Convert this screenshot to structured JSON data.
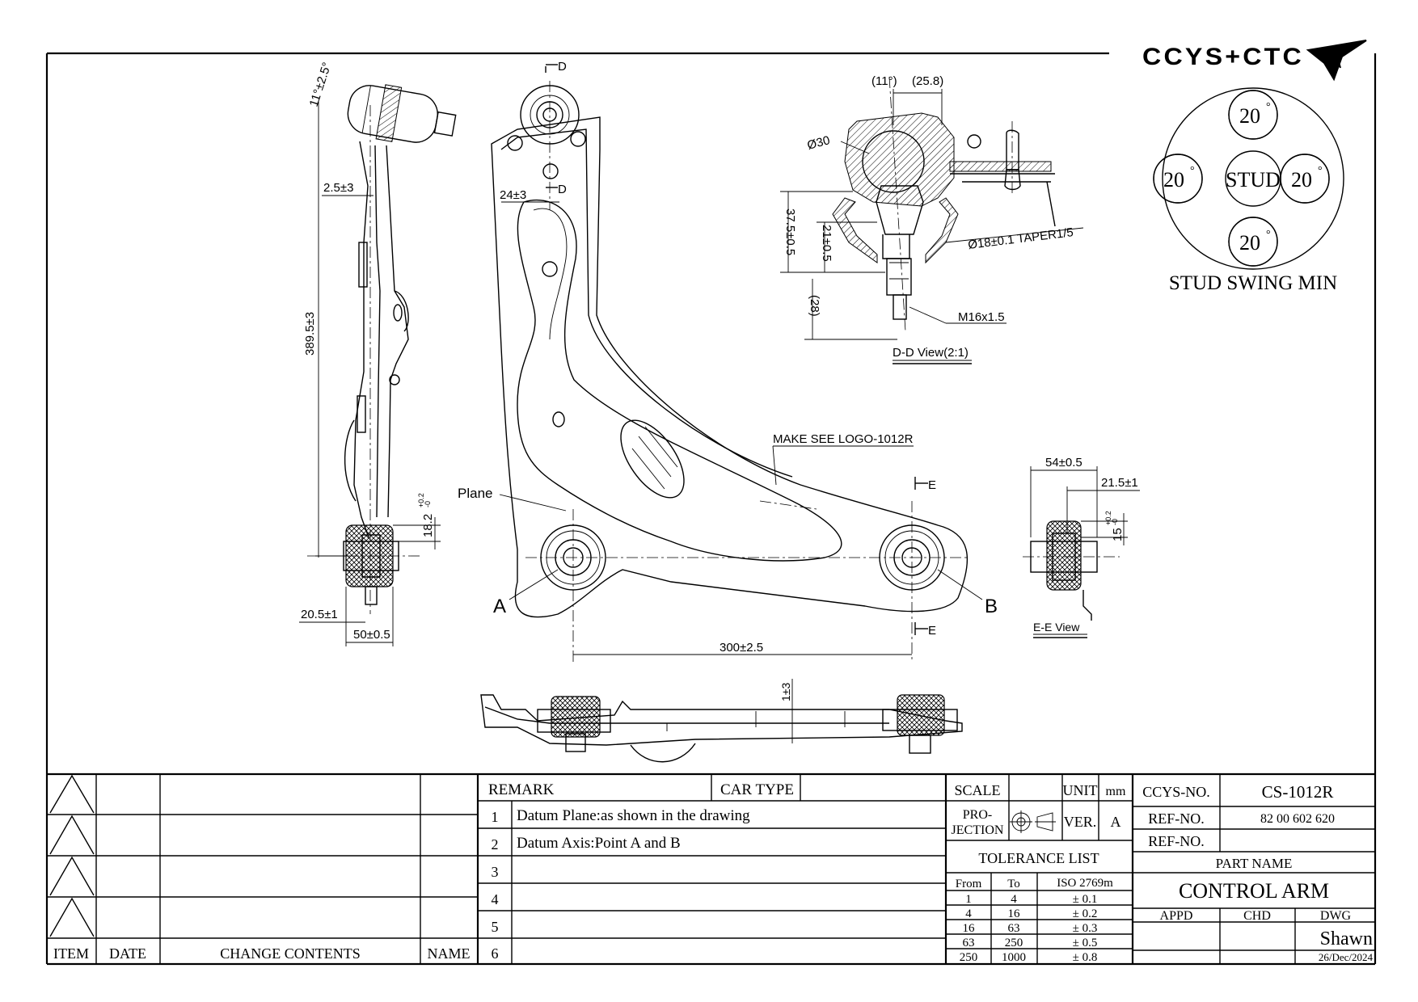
{
  "brand": {
    "logo_text": "CCYS+CTC"
  },
  "stud_swing": {
    "center": "STUD",
    "top": "20",
    "left": "20",
    "right": "20",
    "bottom": "20",
    "deg": "°",
    "caption": "STUD SWING MIN"
  },
  "section_dd": {
    "angle": "(11°)",
    "width": "(25.8)",
    "dia": "Ø30",
    "h_total": "37.5±0.5",
    "h_mid": "21±0.5",
    "h_thread": "(28)",
    "taper": "Ø18±0.1 TAPER1/5",
    "thread": "M16x1.5",
    "title": "D-D View(2:1)"
  },
  "side_view": {
    "angle": "11°±2.5°",
    "offset": "2.5±3",
    "length": "389.5±3",
    "bush_h": "18.2",
    "bush_tol_up": "+0.2",
    "bush_tol_dn": "-0",
    "bottom_off": "20.5±1",
    "bottom_w": "50±0.5"
  },
  "plan_view": {
    "section_d": "D",
    "section_e": "E",
    "offset_24": "24±3",
    "note": "MAKE SEE LOGO-1012R",
    "plane": "Plane",
    "point_a": "A",
    "point_b": "B",
    "length": "300±2.5"
  },
  "section_ee": {
    "width": "54±0.5",
    "off": "21.5±1",
    "h": "15",
    "tol_up": "+0.2",
    "tol_dn": "-0",
    "title": "E-E View"
  },
  "front_view": {
    "dim": "1±3"
  },
  "title_block": {
    "revision_headers": {
      "item": "ITEM",
      "date": "DATE",
      "change": "CHANGE CONTENTS",
      "name": "NAME"
    },
    "remark_label": "REMARK",
    "car_type_label": "CAR TYPE",
    "remarks": [
      {
        "no": "1",
        "text": "Datum Plane:as shown in the drawing"
      },
      {
        "no": "2",
        "text": "Datum Axis:Point A and B"
      },
      {
        "no": "3",
        "text": ""
      },
      {
        "no": "4",
        "text": ""
      },
      {
        "no": "5",
        "text": ""
      },
      {
        "no": "6",
        "text": ""
      }
    ],
    "scale_label": "SCALE",
    "unit_label": "UNIT",
    "unit_value": "mm",
    "projection_line1": "PRO-",
    "projection_line2": "JECTION",
    "ver_label": "VER.",
    "ver_value": "A",
    "tolerance_title": "TOLERANCE LIST",
    "tolerance_headers": {
      "from": "From",
      "to": "To",
      "iso": "ISO 2769m"
    },
    "tolerances": [
      {
        "from": "1",
        "to": "4",
        "tol": "± 0.1"
      },
      {
        "from": "4",
        "to": "16",
        "tol": "± 0.2"
      },
      {
        "from": "16",
        "to": "63",
        "tol": "± 0.3"
      },
      {
        "from": "63",
        "to": "250",
        "tol": "± 0.5"
      },
      {
        "from": "250",
        "to": "1000",
        "tol": "± 0.8"
      }
    ],
    "ccys_no_label": "CCYS-NO.",
    "ccys_no": "CS-1012R",
    "ref_no_label": "REF-NO.",
    "ref_no": "82 00 602 620",
    "ref_no2_label": "REF-NO.",
    "ref_no2": "",
    "part_name_label": "PART NAME",
    "part_name": "CONTROL ARM",
    "appd_label": "APPD",
    "chd_label": "CHD",
    "dwg_label": "DWG",
    "drawn_by": "Shawn",
    "date": "26/Dec/2024"
  }
}
